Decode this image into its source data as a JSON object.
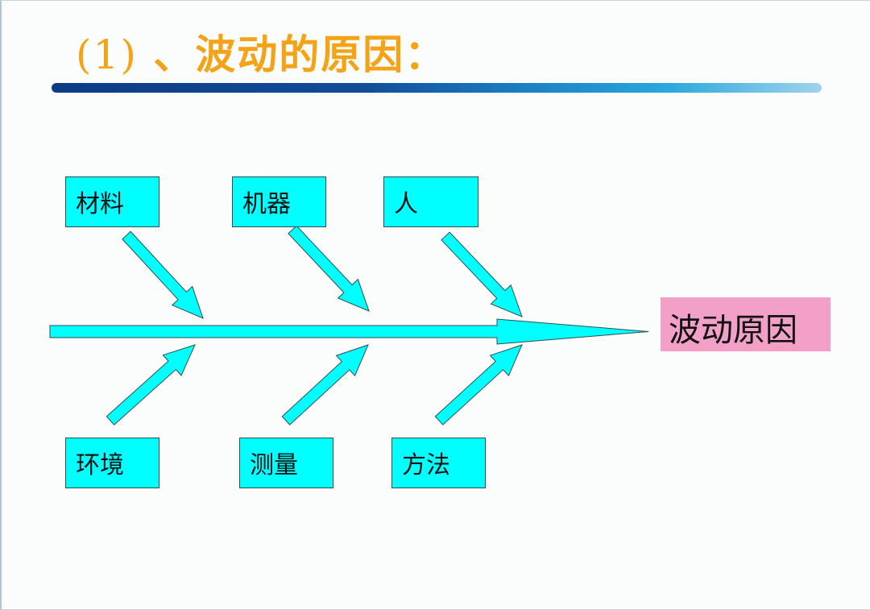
{
  "title": {
    "number": "(1)",
    "text": "、波动的原因："
  },
  "effect": "波动原因",
  "causes_top": [
    "材料",
    "机器",
    "人"
  ],
  "causes_bottom": [
    "环境",
    "测量",
    "方法"
  ],
  "colors": {
    "arrow": "#00ffff",
    "effect_bg": "#f3a0c8",
    "title": "#f5a316"
  }
}
